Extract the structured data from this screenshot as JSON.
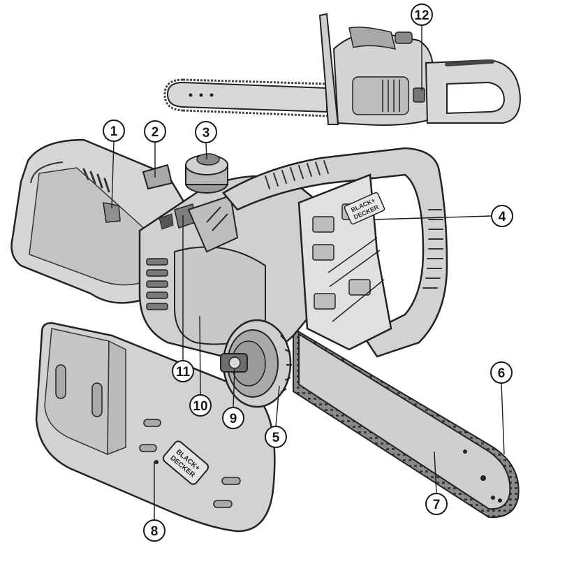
{
  "figure": {
    "brand": {
      "line1": "BLACK+",
      "line2": "DECKER"
    },
    "callouts": [
      "1",
      "2",
      "3",
      "4",
      "5",
      "6",
      "7",
      "8",
      "9",
      "10",
      "11",
      "12"
    ]
  }
}
